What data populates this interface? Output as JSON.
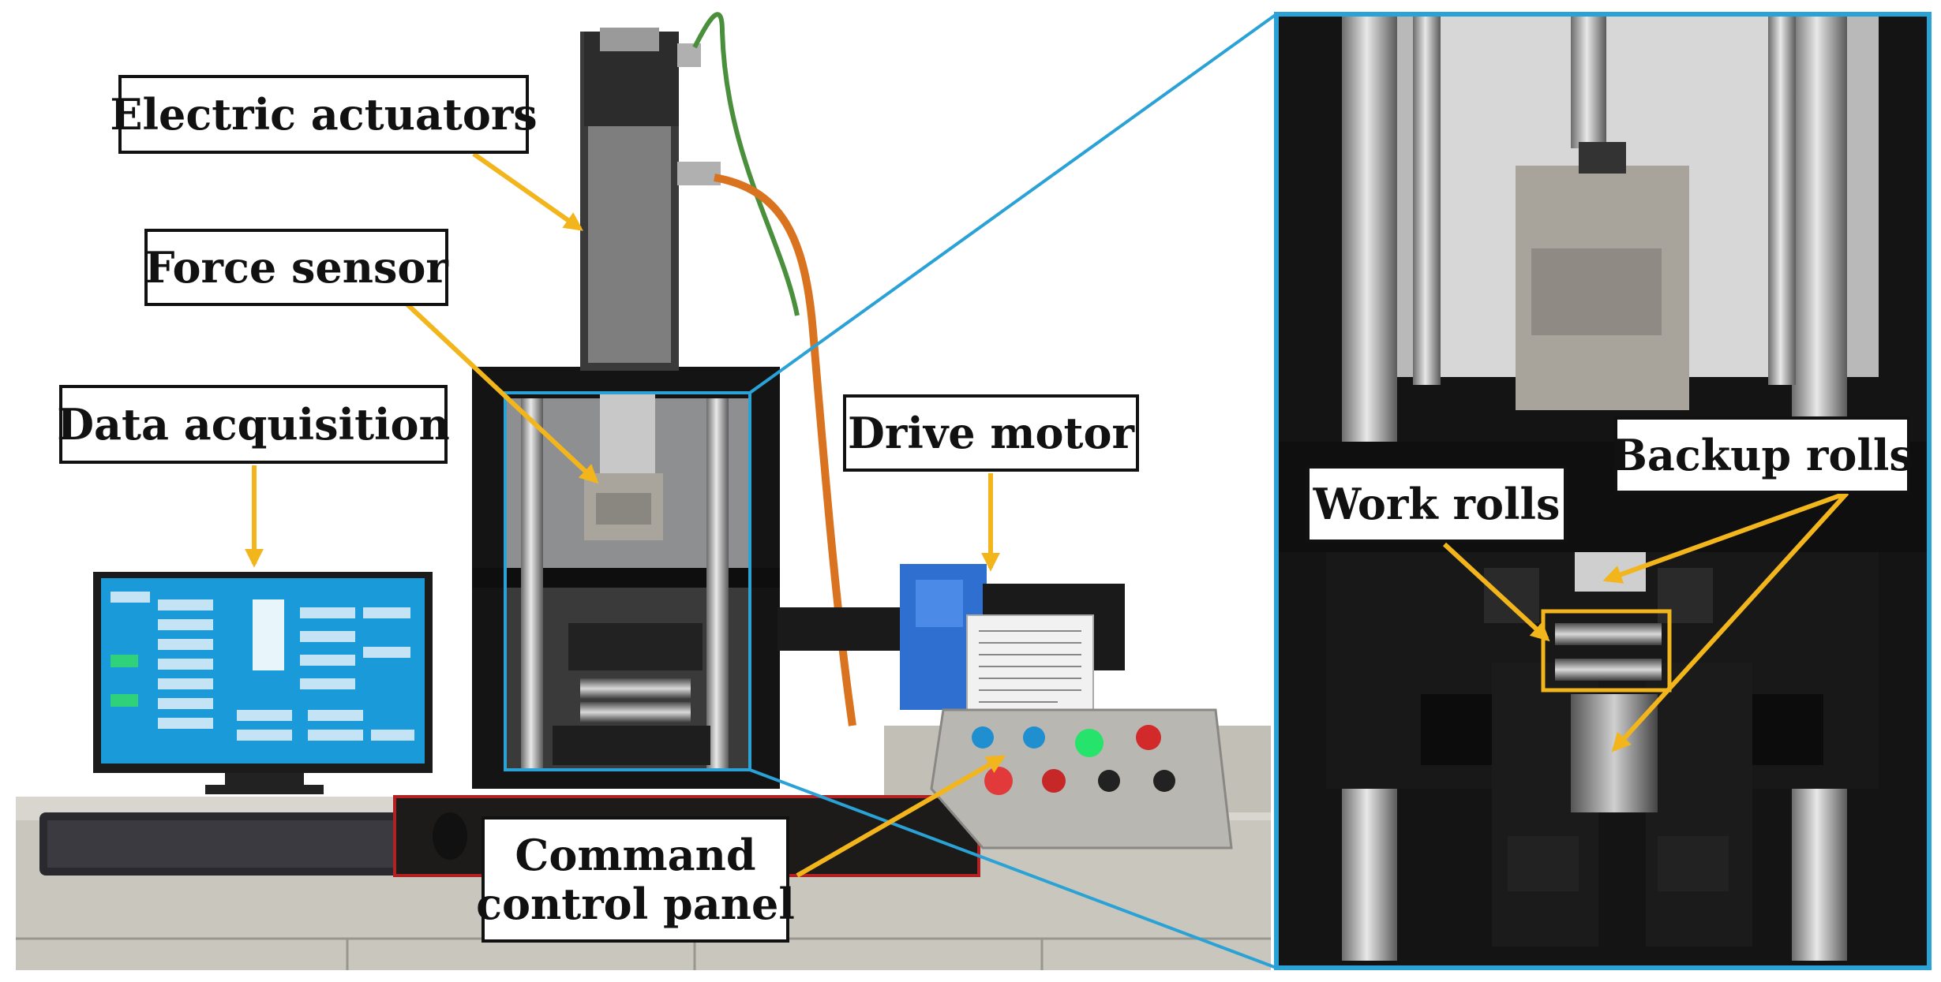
{
  "labels": {
    "electric_actuators": "Electric actuators",
    "force_sensor": "Force sensor",
    "data_acquisition": "Data acquisition",
    "drive_motor": "Drive motor",
    "command_control_panel_line1": "Command",
    "command_control_panel_line2": "control panel",
    "work_rolls": "Work rolls",
    "backup_rolls": "Backup rolls"
  },
  "colors": {
    "arrow": "#f2b51c",
    "zoom_frame": "#2aa2d6",
    "label_border": "#111111",
    "monitor_screen": "#1a9ad9",
    "motor_blue": "#2f6fd0"
  }
}
